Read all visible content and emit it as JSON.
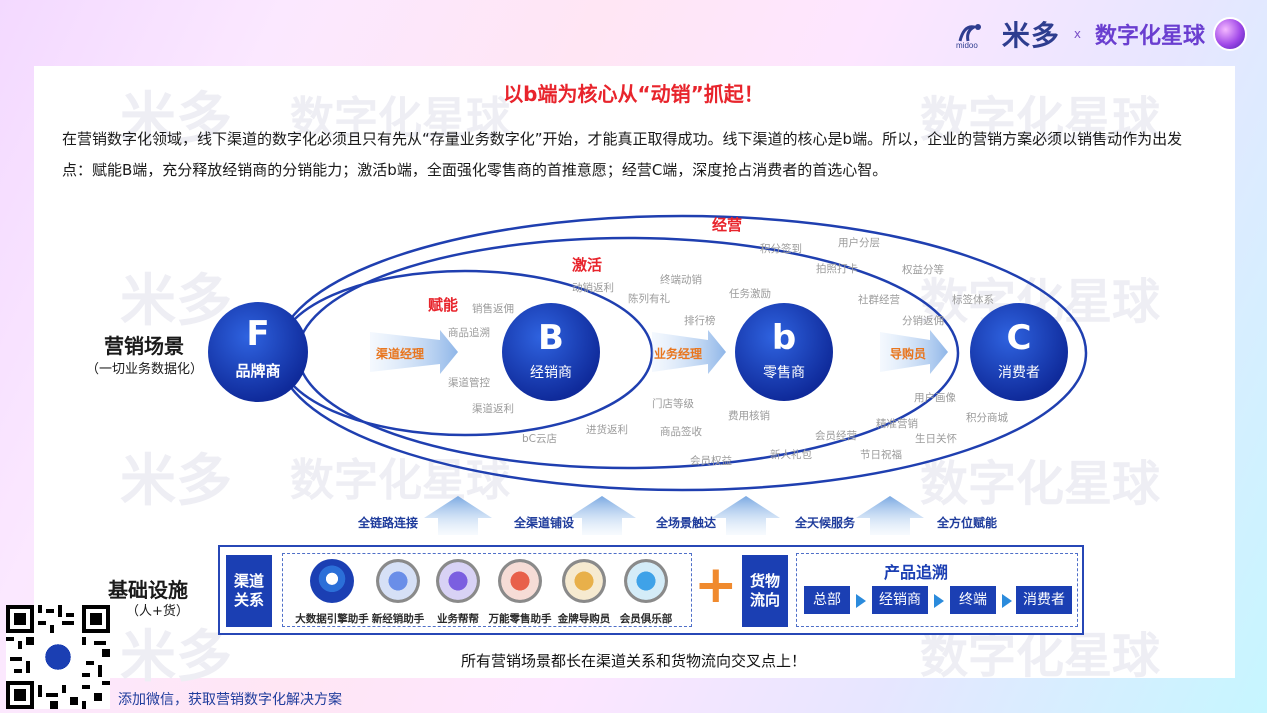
{
  "header": {
    "brand_name": "米多",
    "brand_sub": "midoo",
    "cross": "x",
    "partner": "数字化星球"
  },
  "title": "以b端为核心从“动销”抓起！",
  "description": "在营销数字化领域，线下渠道的数字化必须且只有先从“存量业务数字化”开始，才能真正取得成功。线下渠道的核心是b端。所以，企业的营销方案必须以销售动作为出发点：赋能B端，充分释放经销商的分销能力；激活b端，全面强化零售商的首推意愿；经营C端，深度抢占消费者的首选心智。",
  "diagram": {
    "left_label": "营销场景",
    "left_sublabel": "（一切业务数据化）",
    "rings": {
      "empower": "赋能",
      "activate": "激活",
      "operate": "经营"
    },
    "nodes": {
      "F": {
        "letter": "F",
        "name": "品牌商"
      },
      "B": {
        "letter": "B",
        "name": "经销商"
      },
      "b": {
        "letter": "b",
        "name": "零售商"
      },
      "C": {
        "letter": "C",
        "name": "消费者"
      }
    },
    "connectors": {
      "fb": "渠道经理",
      "bb": "业务经理",
      "bc": "导购员"
    },
    "gray_tags": {
      "empower": [
        "销售返佣",
        "商品追溯",
        "渠道管控",
        "渠道返利"
      ],
      "activate": [
        "终端动销",
        "动销返利",
        "陈列有礼",
        "任务激励",
        "排行榜",
        "门店等级",
        "费用核销",
        "商品签收",
        "进货返利",
        "bC云店",
        "会员权益"
      ],
      "operate": [
        "用户分层",
        "积分签到",
        "拍照打卡",
        "权益分等",
        "社群经营",
        "标签体系",
        "分销返佣",
        "用户画像",
        "积分商城",
        "精准营销",
        "生日关怀",
        "会员经营",
        "节日祝福",
        "新人礼包"
      ]
    },
    "supports": [
      "全链路连接",
      "全渠道铺设",
      "全场景触达",
      "全天候服务",
      "全方位赋能"
    ]
  },
  "infrastructure": {
    "label": "基础设施",
    "sublabel": "（人+货）",
    "channel_tag": "渠道关系",
    "apps": [
      "大数据引擎助手",
      "新经销助手",
      "业务帮帮",
      "万能零售助手",
      "金牌导购员",
      "会员俱乐部"
    ],
    "plus": "+",
    "goods_tag": "货物流向",
    "trace_title": "产品追溯",
    "trace_steps": [
      "总部",
      "经销商",
      "终端",
      "消费者"
    ]
  },
  "bottom_note": "所有营销场景都长在渠道关系和货物流向交叉点上！",
  "footer": "添加微信，获取营销数字化解决方案",
  "colors": {
    "primary": "#1b3fb3",
    "accent_red": "#e8242c",
    "connector_orange": "#e8761f",
    "ring_blue": "#1f3fb0"
  }
}
